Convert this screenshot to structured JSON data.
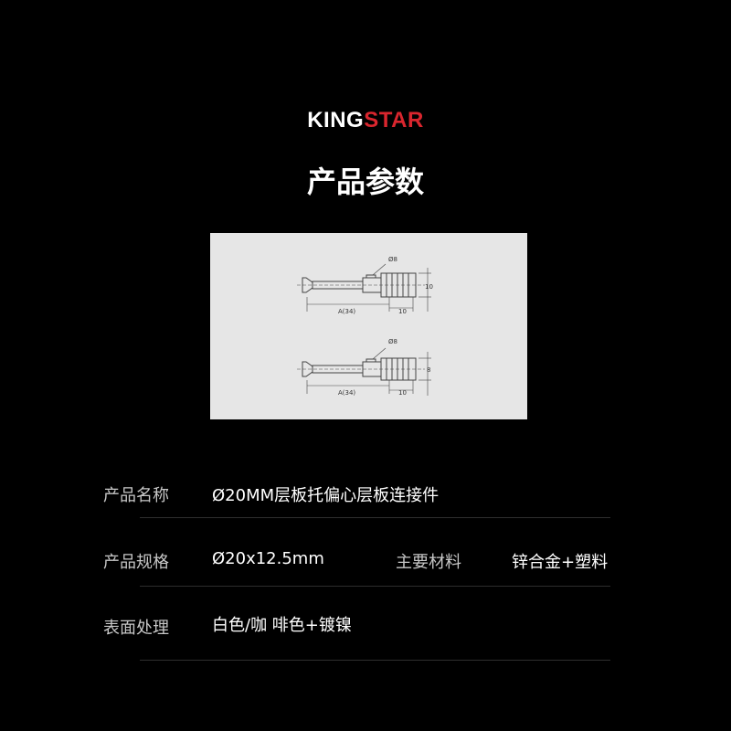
{
  "brand": {
    "part1": "KING",
    "part2": "STAR",
    "accent_color": "#d9262e"
  },
  "page_title": "产品参数",
  "diagram": {
    "top": {
      "diameter": "Ø8",
      "length": "A(34)",
      "dim": "10",
      "height": "10"
    },
    "bottom": {
      "diameter": "Ø8",
      "length": "A(34)",
      "dim": "10",
      "height": "8"
    }
  },
  "specs": {
    "name_label": "产品名称",
    "name_value": "Ø20MM层板托偏心层板连接件",
    "size_label": "产品规格",
    "size_value": "Ø20x12.5mm",
    "material_label": "主要材料",
    "material_value": "锌合金+塑料",
    "finish_label": "表面处理",
    "finish_value": "白色/咖 啡色+镀镍"
  }
}
